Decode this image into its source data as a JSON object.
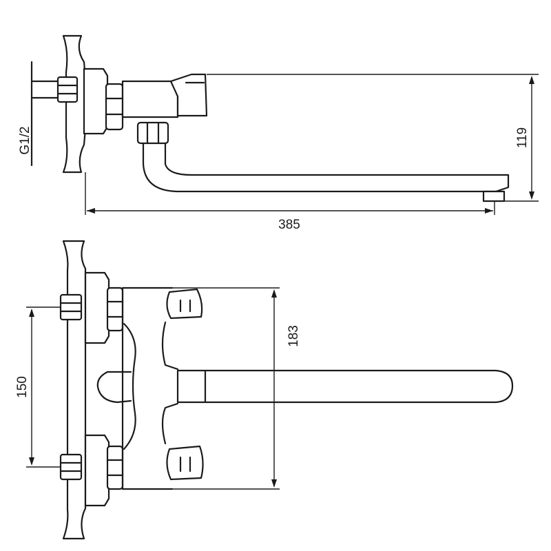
{
  "drawing": {
    "thread_label": "G1/2",
    "dim_width": "385",
    "dim_height_side": "119",
    "dim_height_front": "183",
    "dim_centers": "150"
  },
  "colors": {
    "line": "#1a1a1a",
    "background": "#ffffff"
  }
}
